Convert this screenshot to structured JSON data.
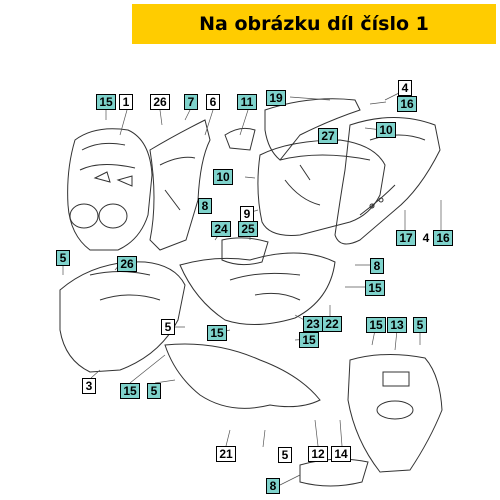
{
  "header": {
    "text": "Na obrázku díl číslo 1",
    "background": "#ffcc00"
  },
  "colors": {
    "label_fill": "#7fd3cc",
    "outline": "#333333"
  },
  "callouts": [
    "15",
    "1",
    "26",
    "7",
    "6",
    "11",
    "19",
    "4",
    "16",
    "10",
    "27",
    "10",
    "8",
    "9",
    "24",
    "25",
    "5",
    "26",
    "8",
    "17",
    "4",
    "16",
    "15",
    "5",
    "23",
    "22",
    "15",
    "15",
    "15",
    "13",
    "5",
    "3",
    "15",
    "5",
    "21",
    "12",
    "14",
    "5",
    "8"
  ]
}
